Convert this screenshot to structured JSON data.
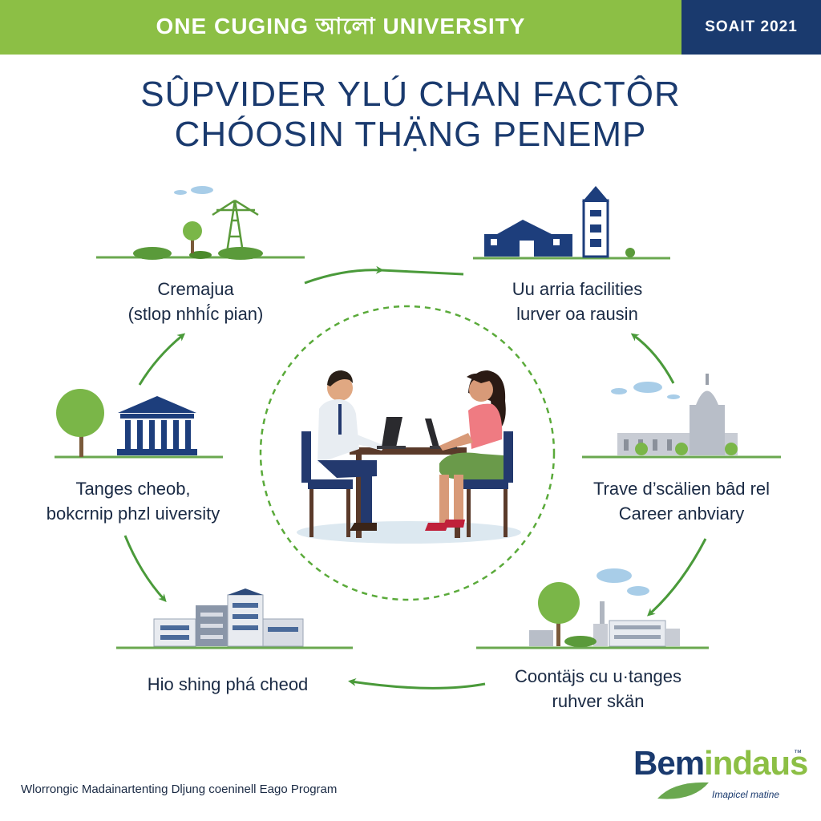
{
  "header": {
    "brand": "ONE CUGING আলো UNIVERSITY",
    "year_badge": "SOAIT 2021"
  },
  "title": {
    "line1": "SÛPVIDER YLÚ CHAN FACTÔR",
    "line2": "CHÓOSIN THẠ̈NG PENEMP"
  },
  "nodes": [
    {
      "line1": "Cremajua",
      "line2": "(stlop nhhí́c pian)"
    },
    {
      "line1": "Uu arria facilities",
      "line2": "lurver oa rausin"
    },
    {
      "line1": "Trave d’scälien bâd rel",
      "line2": "Career anbviary"
    },
    {
      "line1": "Coontäjs cu u·tanges",
      "line2": "ruhver skän"
    },
    {
      "line1": "Hio shing phá cheod",
      "line2": ""
    },
    {
      "line1": "Tanges cheob,",
      "line2": "bokcrnip phzl uiversity"
    }
  ],
  "footer": {
    "program": "Wlorrongic Madainartenting Dljung coeninell Eago Program"
  },
  "logo": {
    "name_part1": "Bem",
    "name_part2": "indaus",
    "trademark": "™",
    "tagline": "Imapicel matine"
  },
  "colors": {
    "green": "#8cbf45",
    "navy": "#1a3a6e",
    "arrow_green": "#4a9a3a"
  }
}
